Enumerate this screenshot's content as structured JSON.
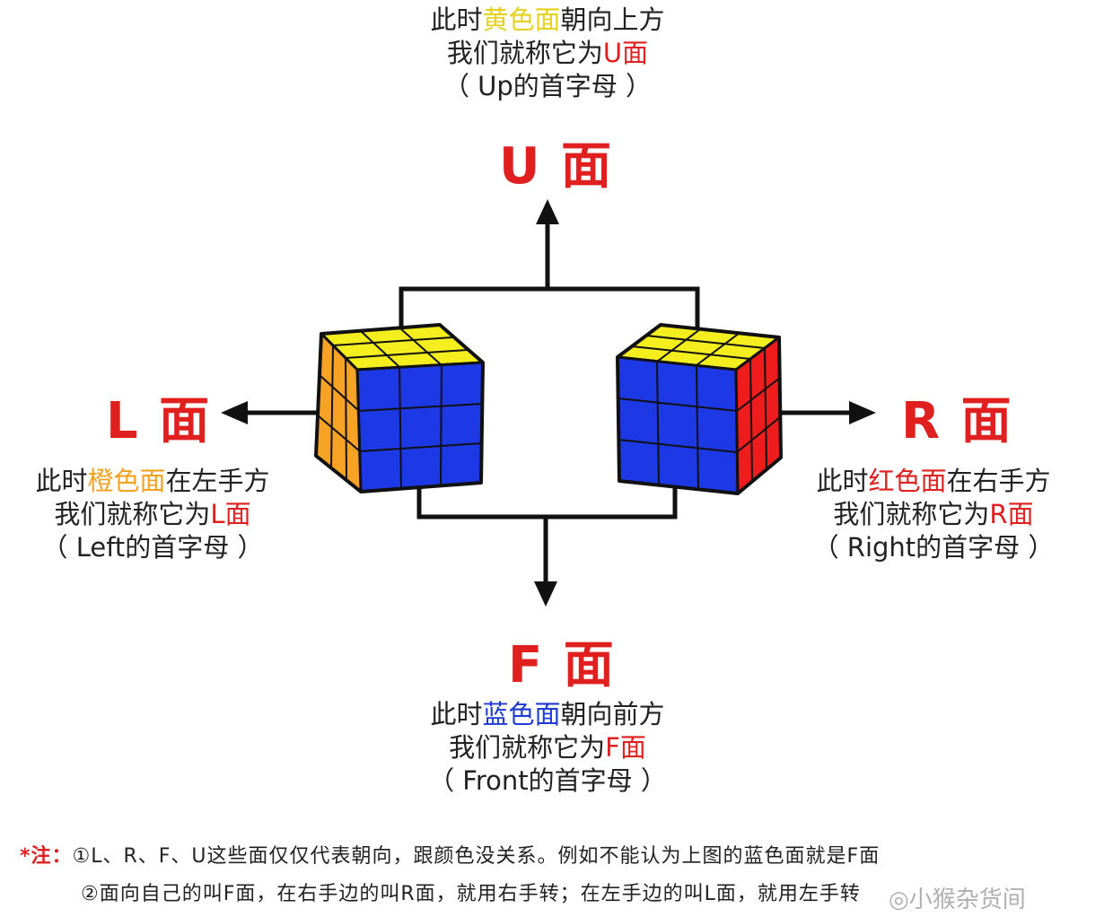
{
  "up": {
    "line1_pre": "此时",
    "line1_color": "黄色面",
    "line1_post": "朝向上方",
    "line2_pre": "我们就称它为",
    "line2_color": "U面",
    "line3": "（ Up的首字母 ）",
    "title": "U 面"
  },
  "left": {
    "line1_pre": "此时",
    "line1_color": "橙色面",
    "line1_post": "在左手方",
    "line2_pre": "我们就称它为",
    "line2_color": "L面",
    "line3": "（ Left的首字母 ）",
    "title": "L 面"
  },
  "right": {
    "line1_pre": "此时",
    "line1_color": "红色面",
    "line1_post": "在右手方",
    "line2_pre": "我们就称它为",
    "line2_color": "R面",
    "line3": "（ Right的首字母 ）",
    "title": "R 面"
  },
  "front": {
    "line1_pre": "此时",
    "line1_color": "蓝色面",
    "line1_post": "朝向前方",
    "line2_pre": "我们就称它为",
    "line2_color": "F面",
    "line3": "（ Front的首字母 ）",
    "title": "F 面"
  },
  "note": {
    "star": "*注：",
    "line1": "①L、R、F、U这些面仅仅代表朝向，跟颜色没关系。例如不能认为上图的蓝色面就是F面",
    "line2": "②面向自己的叫F面，在右手边的叫R面，就用右手转；在左手边的叫L面，就用左手转"
  },
  "watermark": "小猴杂货间",
  "colors": {
    "yellow": "#f5ee1e",
    "blue": "#1d39e6",
    "orange": "#f6a224",
    "red": "#ee1c1c",
    "line": "#111111",
    "title_red": "#e01f1f"
  },
  "icons": [
    "arrow-up-icon",
    "arrow-left-icon",
    "arrow-right-icon",
    "arrow-down-icon",
    "rubiks-cube-left-icon",
    "rubiks-cube-right-icon",
    "wechat-icon"
  ]
}
